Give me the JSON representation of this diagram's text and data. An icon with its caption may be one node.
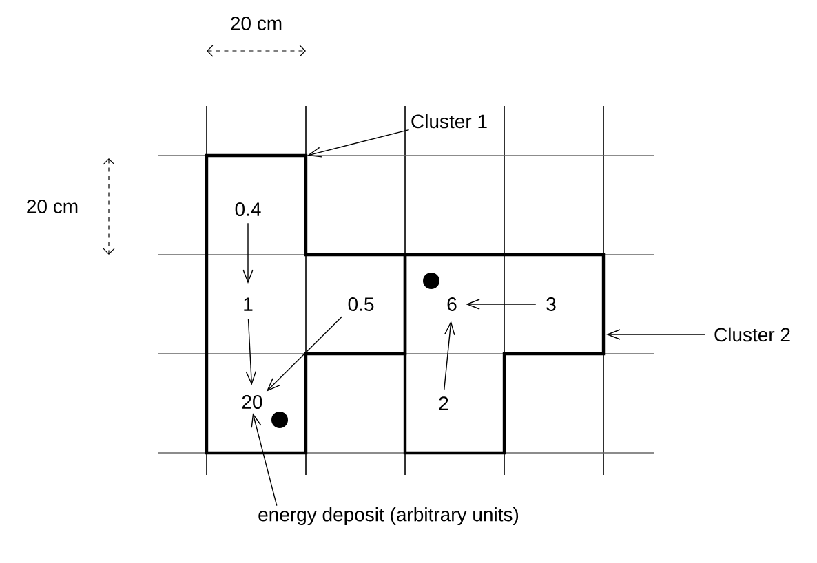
{
  "diagram": {
    "nodes": [
      {
        "text": [
          "Cluster 1"
        ]
      },
      {
        "text": [],
        "shape": "box"
      },
      {
        "text": [
          "0.4"
        ],
        "in": 1
      },
      {
        "text": [
          "1"
        ],
        "in": 1
      },
      {
        "text": [
          "0.5"
        ],
        "in": 1
      },
      {
        "text": [
          "20"
        ],
        "in": 1
      },
      {
        "text": [
          "6"
        ],
        "in": 10
      },
      {
        "text": [
          "3"
        ],
        "in": 10
      },
      {
        "text": [
          "2"
        ],
        "in": 10
      },
      {
        "text": [
          "Cluster 2"
        ]
      },
      {
        "text": [],
        "shape": "box"
      },
      {
        "text": [
          "energy deposit (arbitrary units)"
        ]
      }
    ],
    "edges": [
      {
        "from": 0,
        "to": 1,
        "arrow": "to"
      },
      {
        "from": 2,
        "to": 3,
        "arrow": "to"
      },
      {
        "from": 3,
        "to": 5,
        "arrow": "to"
      },
      {
        "from": 4,
        "to": 5,
        "arrow": "to"
      },
      {
        "from": 7,
        "to": 6,
        "arrow": "to"
      },
      {
        "from": 8,
        "to": 6,
        "arrow": "to"
      },
      {
        "from": 9,
        "to": 10,
        "arrow": "to"
      },
      {
        "from": 11,
        "to": 5,
        "arrow": "to"
      }
    ],
    "labels": [
      "20 cm",
      "20 cm"
    ]
  }
}
